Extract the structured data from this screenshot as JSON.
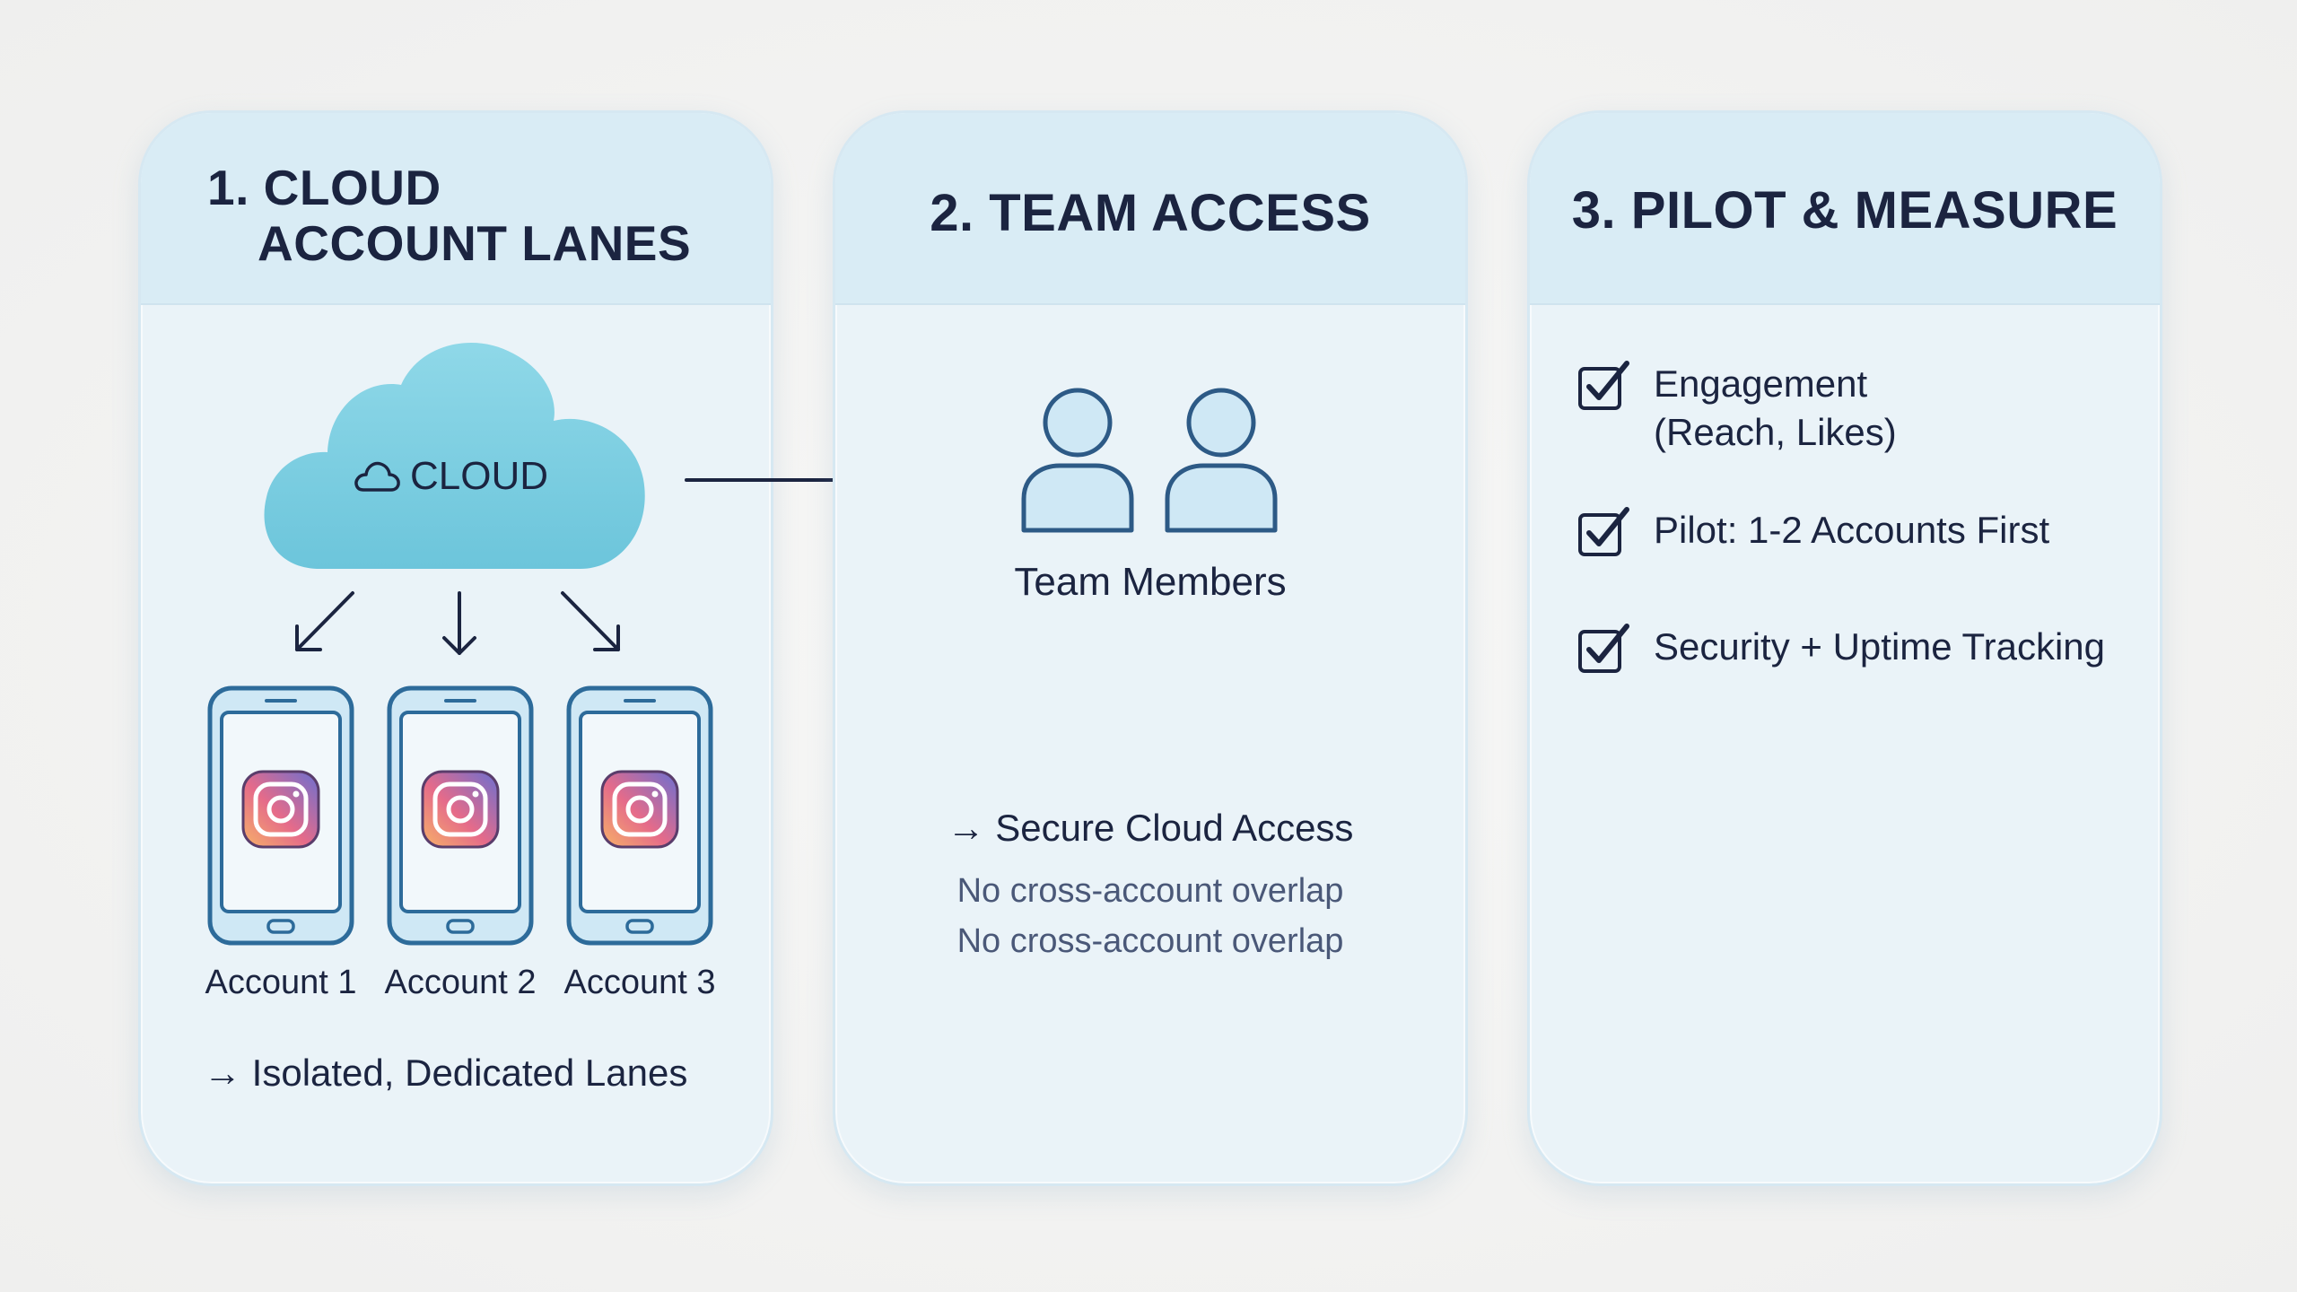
{
  "panels": [
    {
      "title_line1": "1. CLOUD",
      "title_line2": "ACCOUNT LANES",
      "cloud_label": "CLOUD",
      "accounts": [
        {
          "label": "Account 1",
          "icon": "instagram-icon"
        },
        {
          "label": "Account 2",
          "icon": "instagram-icon"
        },
        {
          "label": "Account 3",
          "icon": "instagram-icon"
        }
      ],
      "note": "→ Isolated, Dedicated Lanes"
    },
    {
      "title": "2. TEAM ACCESS",
      "team_label": "Team Members",
      "note": "→ Secure Cloud Access",
      "sub_notes": [
        "No cross-account overlap",
        "No cross-account overlap"
      ]
    },
    {
      "title": "3. PILOT & MEASURE",
      "checklist": [
        {
          "line1": "Engagement",
          "line2": "(Reach, Likes)"
        },
        {
          "line1": "Pilot: 1-2 Accounts First"
        },
        {
          "line1": "Security + Uptime Tracking"
        }
      ]
    }
  ],
  "colors": {
    "navy": "#1b2440",
    "cloud": "#7ccfe0",
    "phone_fill": "#cfe8f5",
    "phone_border": "#2d6b9a",
    "panel": "#eaf3f8",
    "panel_header": "#d9ecf5"
  }
}
